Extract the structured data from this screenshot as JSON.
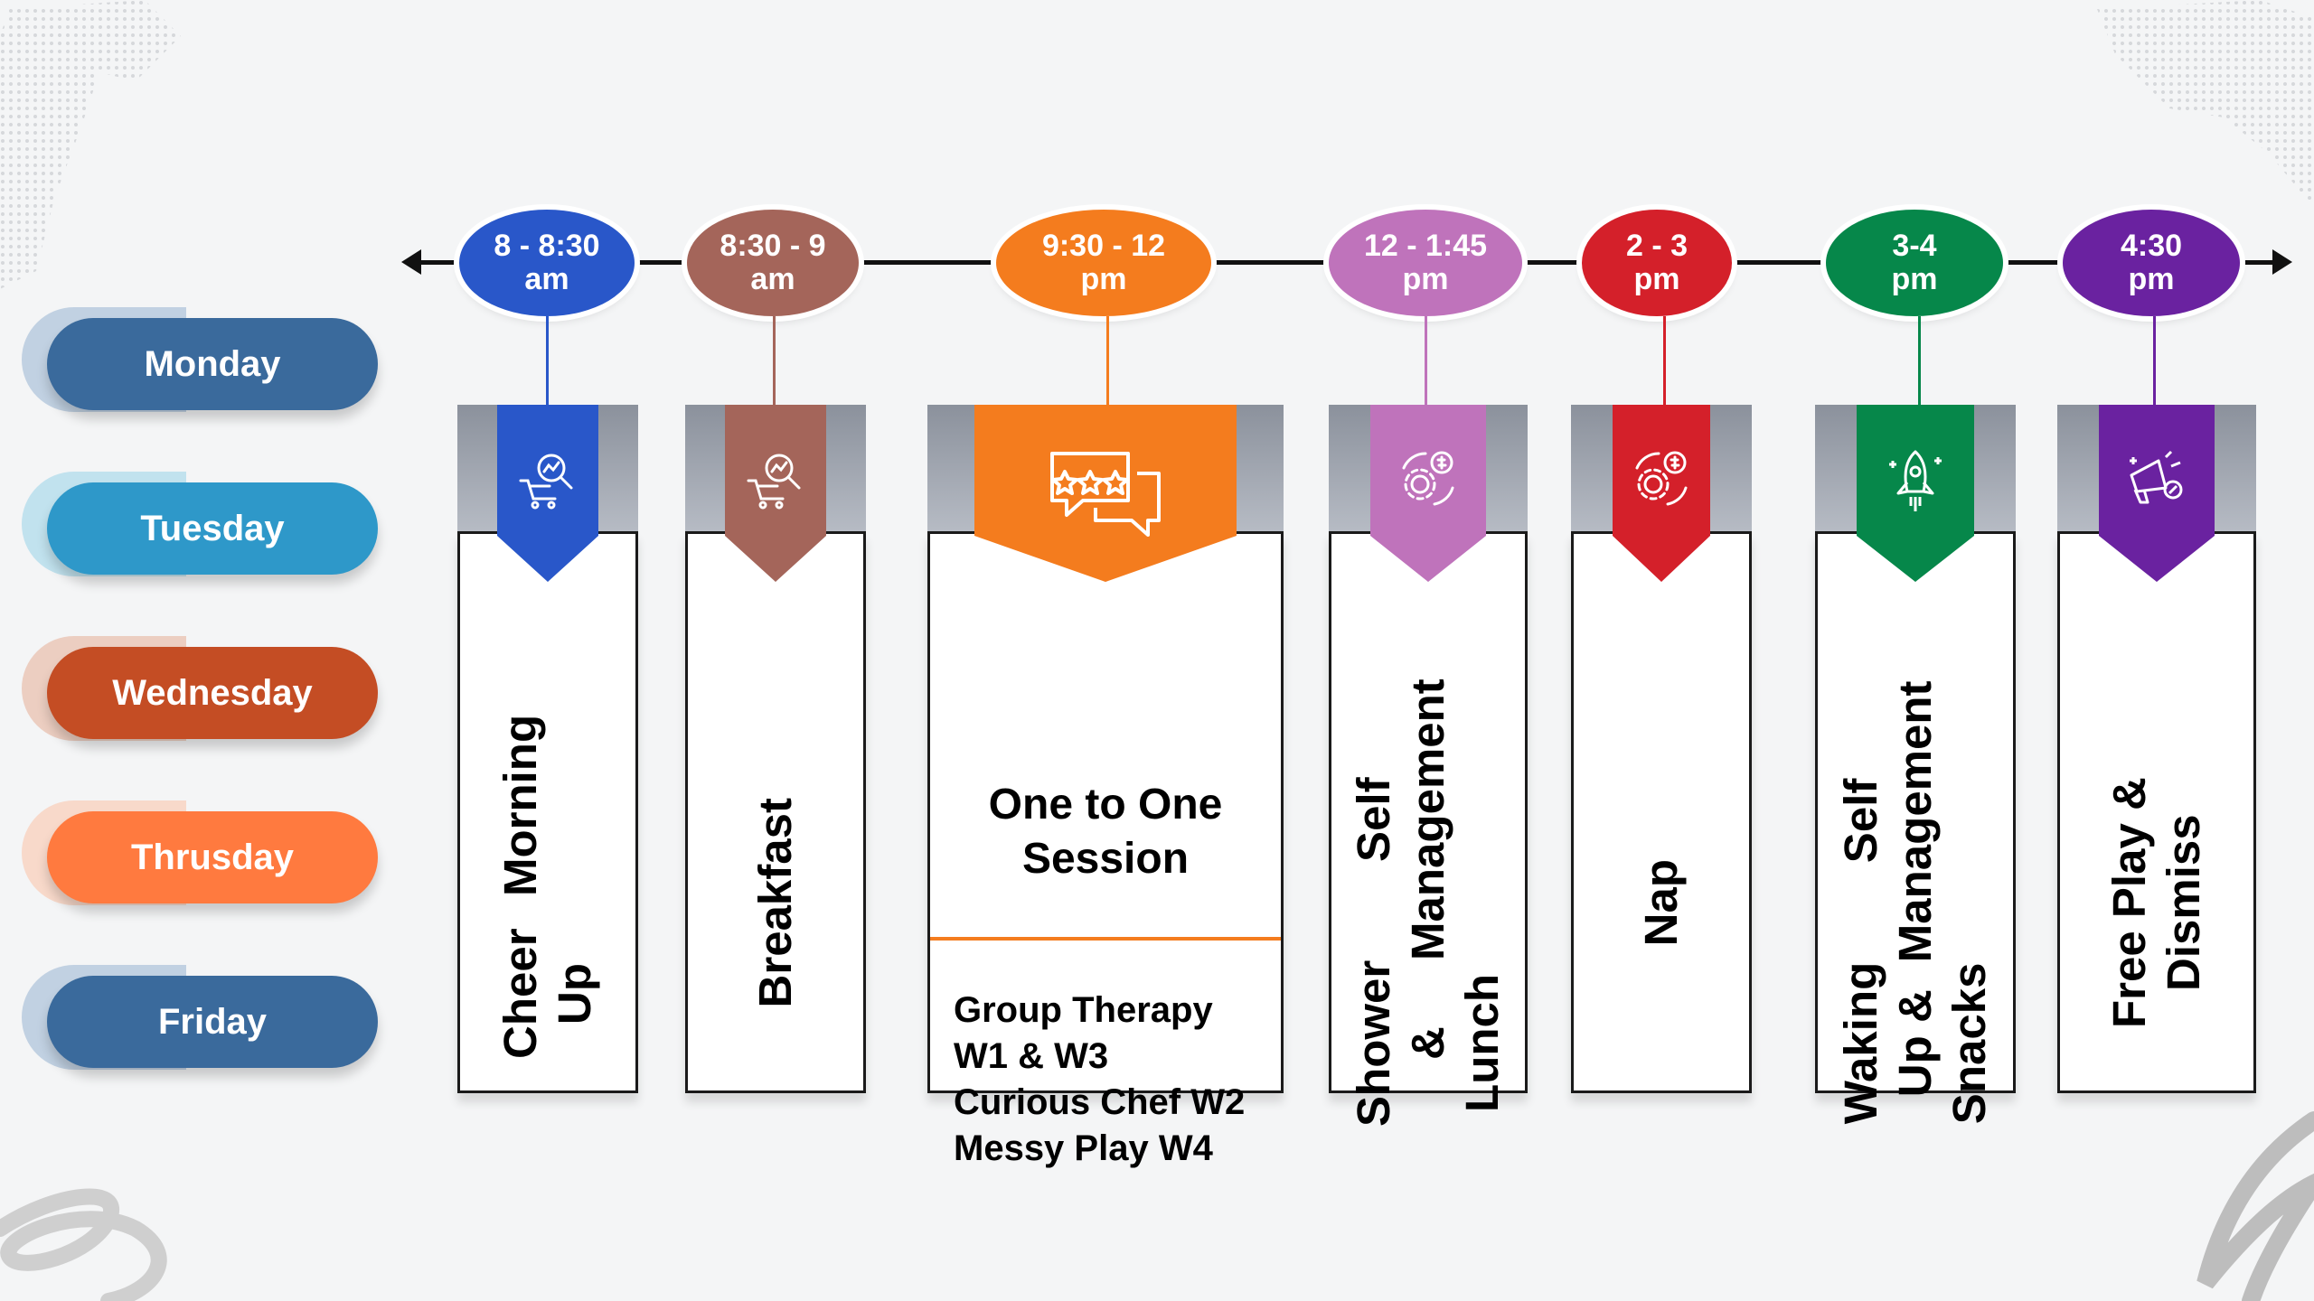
{
  "days": [
    {
      "label": "Monday",
      "color": "#3a6a9c",
      "shadow": "#6f96c2"
    },
    {
      "label": "Tuesday",
      "color": "#2e98c9",
      "shadow": "#6ec3e3"
    },
    {
      "label": "Wednesday",
      "color": "#c44d24",
      "shadow": "#e08e6b"
    },
    {
      "label": "Thrusday",
      "color": "#ff7a3f",
      "shadow": "#ffab83"
    },
    {
      "label": "Friday",
      "color": "#3a6a9c",
      "shadow": "#6f96c2"
    }
  ],
  "slots": [
    {
      "time_line1": "8 - 8:30",
      "time_line2": "am",
      "color": "#2957c9",
      "icon": "cart-analytics-icon",
      "activity_lines": [
        "Morning",
        "Cheer Up"
      ]
    },
    {
      "time_line1": "8:30 - 9",
      "time_line2": "am",
      "color": "#a4655a",
      "icon": "cart-analytics-icon",
      "activity_lines": [
        "Breakfast"
      ]
    },
    {
      "time_line1": "9:30 - 12",
      "time_line2": "pm",
      "color": "#f47c1e",
      "icon": "rating-chat-icon",
      "activity_title_lines": [
        "One to One",
        "Session"
      ],
      "activity_list": [
        "Group Therapy",
        "W1 & W3",
        "Curious Chef W2",
        "Messy Play W4"
      ]
    },
    {
      "time_line1": "12 - 1:45",
      "time_line2": "pm",
      "color": "#bf73bb",
      "icon": "gear-cycle-icon",
      "activity_lines": [
        "Self Management",
        "Shower & Lunch"
      ]
    },
    {
      "time_line1": "2 - 3",
      "time_line2": "pm",
      "color": "#d4202a",
      "icon": "gear-cycle-icon",
      "activity_lines": [
        "Nap"
      ]
    },
    {
      "time_line1": "3-4",
      "time_line2": "pm",
      "color": "#06874a",
      "icon": "rocket-icon",
      "activity_lines": [
        "Self Management",
        "Waking Up & Snacks"
      ]
    },
    {
      "time_line1": "4:30",
      "time_line2": "pm",
      "color": "#6a22a0",
      "icon": "megaphone-icon",
      "activity_lines": [
        "Free Play & Dismiss"
      ]
    }
  ]
}
